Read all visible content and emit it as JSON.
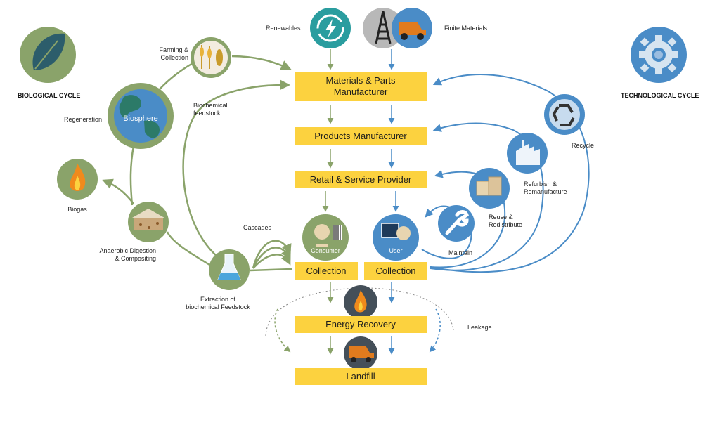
{
  "cycles": {
    "biological": "BIOLOGICAL CYCLE",
    "technological": "TECHNOLOGICAL CYCLE"
  },
  "sources": {
    "renewables": "Renewables",
    "finite": "Finite Materials"
  },
  "boxes": {
    "materials": "Materials & Parts Manufacturer",
    "products": "Products Manufacturer",
    "retail": "Retail & Service Provider",
    "collection_bio": "Collection",
    "collection_tech": "Collection",
    "energy": "Energy Recovery",
    "landfill": "Landfill"
  },
  "nodes": {
    "biosphere": "Biosphere",
    "consumer": "Consumer",
    "user": "User"
  },
  "labels": {
    "farming": "Farming &\nCollection",
    "regeneration": "Regeneration",
    "biochemical_feedstock": "Biochemical\nfeedstock",
    "biogas": "Biogas",
    "anaerobic": "Anaerobic Digestion\n& Compositing",
    "cascades": "Cascades",
    "extraction": "Extraction of\nbiochemical Feedstock",
    "recycle": "Recycle",
    "refurbish": "Refurbish &\nRemanufacture",
    "reuse": "Reuse &\nRedistribute",
    "maintain": "Maintain",
    "leakage": "Leakage"
  },
  "colors": {
    "green": "#8aa36a",
    "green_dark": "#7f9860",
    "blue": "#4a8cc7",
    "yellow": "#fcd23f",
    "teal": "#2a9d9f",
    "grey": "#b8b8b8",
    "dark": "#444f59"
  }
}
